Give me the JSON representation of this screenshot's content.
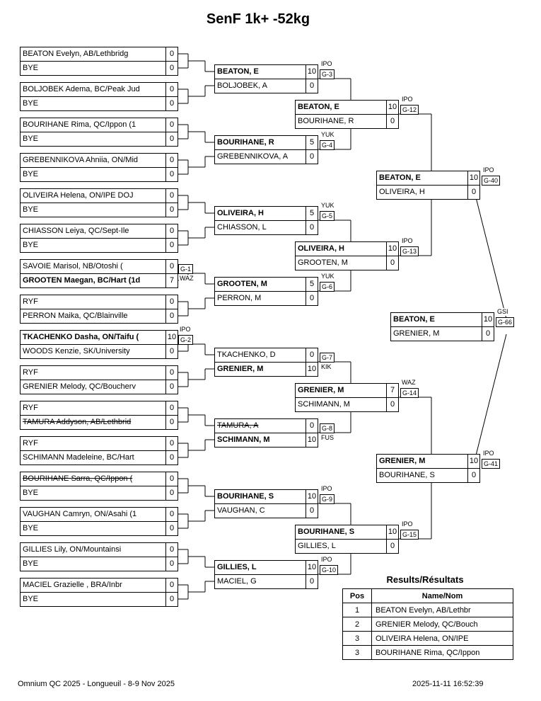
{
  "title": "SenF 1k+ -52kg",
  "round1": [
    {
      "top": {
        "name": "BEATON Evelyn, AB/Lethbridg",
        "score": "0"
      },
      "bottom": {
        "name": "BYE",
        "score": "0"
      }
    },
    {
      "top": {
        "name": "BOLJOBEK Adema, BC/Peak Jud",
        "score": "0"
      },
      "bottom": {
        "name": "BYE",
        "score": "0"
      }
    },
    {
      "top": {
        "name": "BOURIHANE Rima, QC/Ippon (1",
        "score": "0"
      },
      "bottom": {
        "name": "BYE",
        "score": "0"
      }
    },
    {
      "top": {
        "name": "GREBENNIKOVA Ahniia, ON/Mid",
        "score": "0"
      },
      "bottom": {
        "name": "BYE",
        "score": "0"
      }
    },
    {
      "top": {
        "name": "OLIVEIRA Helena, ON/IPE DOJ",
        "score": "0"
      },
      "bottom": {
        "name": "BYE",
        "score": "0"
      }
    },
    {
      "top": {
        "name": "CHIASSON Leiya, QC/Sept-Ile",
        "score": "0"
      },
      "bottom": {
        "name": "BYE",
        "score": "0"
      }
    },
    {
      "top": {
        "name": "SAVOIE Marisol, NB/Otoshi (",
        "score": "0"
      },
      "bottom": {
        "name": "GROOTEN Maegan, BC/Hart (1d",
        "score": "7",
        "bold": true
      },
      "game": {
        "label": "G-1",
        "code": "WAZ",
        "winner": "bottom"
      }
    },
    {
      "top": {
        "name": "RYF",
        "score": "0"
      },
      "bottom": {
        "name": "PERRON Maika, QC/Blainville",
        "score": "0"
      }
    },
    {
      "top": {
        "name": "TKACHENKO Dasha, ON/Taifu (",
        "score": "10",
        "bold": true
      },
      "bottom": {
        "name": "WOODS Kenzie, SK/University",
        "score": "0"
      },
      "game": {
        "label": "G-2",
        "code": "IPO",
        "winner": "top"
      }
    },
    {
      "top": {
        "name": "RYF",
        "score": "0"
      },
      "bottom": {
        "name": "GRENIER Melody, QC/Boucherv",
        "score": "0"
      }
    },
    {
      "top": {
        "name": "RYF",
        "score": "0"
      },
      "bottom": {
        "name": "TAMURA Addyson, AB/Lethbrid",
        "score": "0",
        "struck": true
      }
    },
    {
      "top": {
        "name": "RYF",
        "score": "0"
      },
      "bottom": {
        "name": "SCHIMANN Madeleine, BC/Hart",
        "score": "0"
      }
    },
    {
      "top": {
        "name": "BOURIHANE Sarra, QC/Ippon (",
        "score": "0",
        "struck": true
      },
      "bottom": {
        "name": "BYE",
        "score": "0"
      }
    },
    {
      "top": {
        "name": "VAUGHAN Camryn, ON/Asahi (1",
        "score": "0"
      },
      "bottom": {
        "name": "BYE",
        "score": "0"
      }
    },
    {
      "top": {
        "name": "GILLIES Lily, ON/Mountainsi",
        "score": "0"
      },
      "bottom": {
        "name": "BYE",
        "score": "0"
      }
    },
    {
      "top": {
        "name": "MACIEL Grazielle , BRA/Inbr",
        "score": "0"
      },
      "bottom": {
        "name": "BYE",
        "score": "0"
      }
    }
  ],
  "round2": [
    {
      "game": {
        "label": "G-3",
        "code": "IPO",
        "winner": "top"
      },
      "top": {
        "name": "BEATON, E",
        "score": "10",
        "bold": true
      },
      "bottom": {
        "name": "BOLJOBEK, A",
        "score": "0"
      }
    },
    {
      "game": {
        "label": "G-4",
        "code": "YUK",
        "winner": "top"
      },
      "top": {
        "name": "BOURIHANE, R",
        "score": "5",
        "bold": true
      },
      "bottom": {
        "name": "GREBENNIKOVA, A",
        "score": "0"
      }
    },
    {
      "game": {
        "label": "G-5",
        "code": "YUK",
        "winner": "top"
      },
      "top": {
        "name": "OLIVEIRA, H",
        "score": "5",
        "bold": true
      },
      "bottom": {
        "name": "CHIASSON, L",
        "score": "0"
      }
    },
    {
      "game": {
        "label": "G-6",
        "code": "YUK",
        "winner": "top"
      },
      "top": {
        "name": "GROOTEN, M",
        "score": "5",
        "bold": true
      },
      "bottom": {
        "name": "PERRON, M",
        "score": "0"
      }
    },
    {
      "game": {
        "label": "G-7",
        "code": "KIK",
        "winner": "bottom"
      },
      "top": {
        "name": "TKACHENKO, D",
        "score": "0"
      },
      "bottom": {
        "name": "GRENIER, M",
        "score": "10",
        "bold": true
      }
    },
    {
      "game": {
        "label": "G-8",
        "code": "FUS",
        "winner": "bottom"
      },
      "top": {
        "name": "TAMURA, A",
        "score": "0",
        "struck": true
      },
      "bottom": {
        "name": "SCHIMANN, M",
        "score": "10",
        "bold": true
      }
    },
    {
      "game": {
        "label": "G-9",
        "code": "IPO",
        "winner": "top"
      },
      "top": {
        "name": "BOURIHANE, S",
        "score": "10",
        "bold": true
      },
      "bottom": {
        "name": "VAUGHAN, C",
        "score": "0"
      }
    },
    {
      "game": {
        "label": "G-10",
        "code": "IPO",
        "winner": "top"
      },
      "top": {
        "name": "GILLIES, L",
        "score": "10",
        "bold": true
      },
      "bottom": {
        "name": "MACIEL, G",
        "score": "0"
      }
    }
  ],
  "quarterfinals": [
    {
      "game": {
        "label": "G-12",
        "code": "IPO",
        "winner": "top"
      },
      "top": {
        "name": "BEATON, E",
        "score": "10",
        "bold": true
      },
      "bottom": {
        "name": "BOURIHANE, R",
        "score": "0"
      }
    },
    {
      "game": {
        "label": "G-13",
        "code": "IPO",
        "winner": "top"
      },
      "top": {
        "name": "OLIVEIRA, H",
        "score": "10",
        "bold": true
      },
      "bottom": {
        "name": "GROOTEN, M",
        "score": "0"
      }
    },
    {
      "game": {
        "label": "G-14",
        "code": "WAZ",
        "winner": "top"
      },
      "top": {
        "name": "GRENIER, M",
        "score": "7",
        "bold": true
      },
      "bottom": {
        "name": "SCHIMANN, M",
        "score": "0"
      }
    },
    {
      "game": {
        "label": "G-15",
        "code": "IPO",
        "winner": "top"
      },
      "top": {
        "name": "BOURIHANE, S",
        "score": "10",
        "bold": true
      },
      "bottom": {
        "name": "GILLIES, L",
        "score": "0"
      }
    }
  ],
  "semifinals": [
    {
      "game": {
        "label": "G-40",
        "code": "IPO",
        "winner": "top"
      },
      "top": {
        "name": "BEATON, E",
        "score": "10",
        "bold": true
      },
      "bottom": {
        "name": "OLIVEIRA, H",
        "score": "0"
      }
    },
    {
      "game": {
        "label": "G-41",
        "code": "IPO",
        "winner": "top"
      },
      "top": {
        "name": "GRENIER, M",
        "score": "10",
        "bold": true
      },
      "bottom": {
        "name": "BOURIHANE, S",
        "score": "0"
      }
    }
  ],
  "final": {
    "game": {
      "label": "G-66",
      "code": "GSI",
      "winner": "top"
    },
    "top": {
      "name": "BEATON, E",
      "score": "10",
      "bold": true
    },
    "bottom": {
      "name": "GRENIER, M",
      "score": "0"
    }
  },
  "results": {
    "title": "Results/Résultats",
    "headers": [
      "Pos",
      "Name/Nom"
    ],
    "rows": [
      [
        "1",
        "BEATON Evelyn, AB/Lethbr"
      ],
      [
        "2",
        "GRENIER Melody, QC/Bouch"
      ],
      [
        "3",
        "OLIVEIRA Helena, ON/IPE"
      ],
      [
        "3",
        "BOURIHANE Rima, QC/Ippon"
      ]
    ]
  },
  "footer": {
    "left": "Omnium QC 2025 - Longueuil - 8-9 Nov 2025",
    "right": "2025-11-11 16:52:39"
  }
}
